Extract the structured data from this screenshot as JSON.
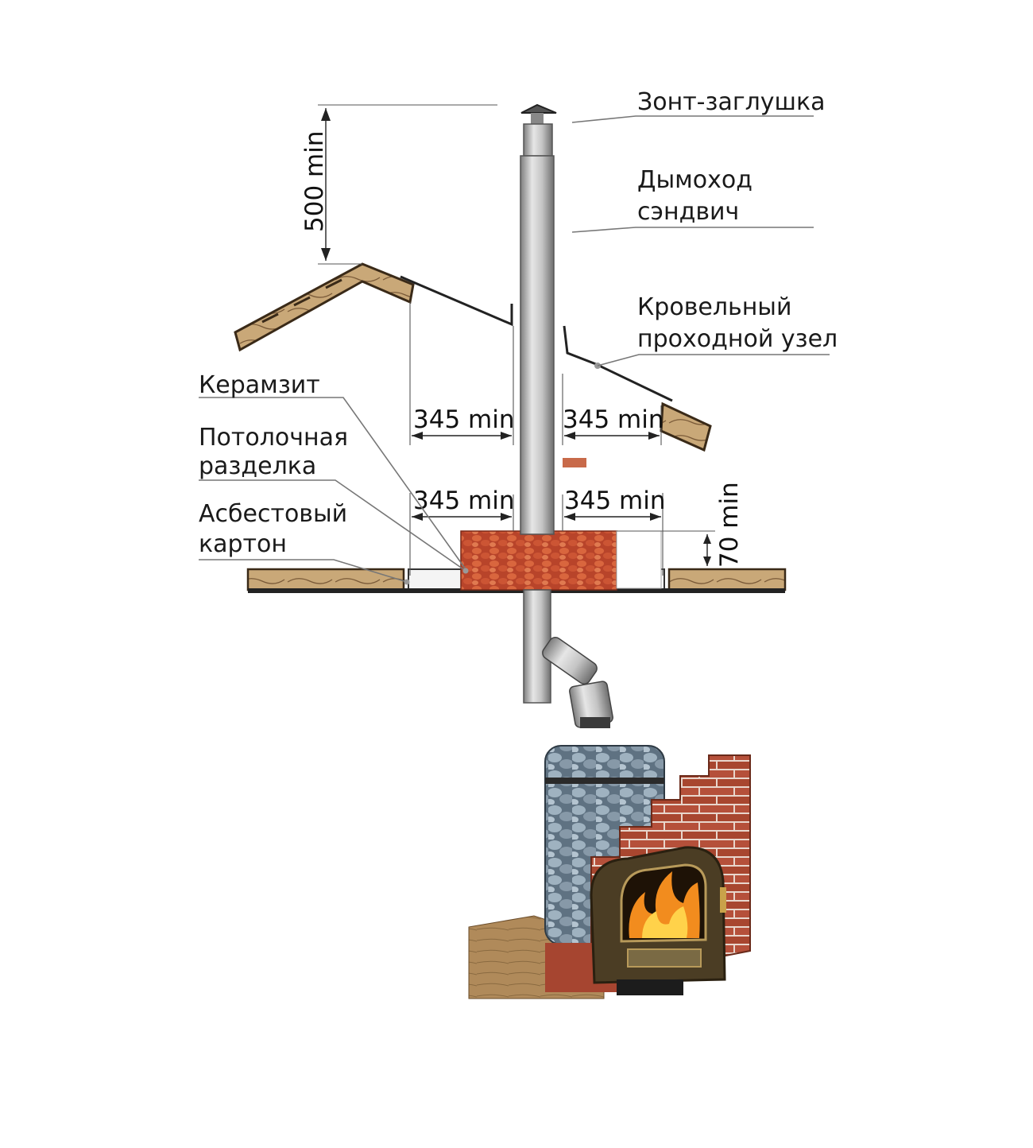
{
  "labels": {
    "cap": "Зонт-заглушка",
    "chimney_line1": "Дымоход",
    "chimney_line2": "сэндвич",
    "roof_node_line1": "Кровельный",
    "roof_node_line2": "проходной узел",
    "keramzit": "Керамзит",
    "ceiling_cut_line1": "Потолочная",
    "ceiling_cut_line2": "разделка",
    "asbestos_line1": "Асбестовый",
    "asbestos_line2": "картон"
  },
  "dimensions": {
    "above_roof": "500 min",
    "roof_left": "345 min",
    "roof_right": "345 min",
    "ceiling_left": "345 min",
    "ceiling_right": "345 min",
    "fill_height": "70 min"
  },
  "colors": {
    "wood": "#8a6a45",
    "wood_light": "#c9a878",
    "pipe": "#b5b5b5",
    "keramzit": "#c04a2c",
    "brick": "#b5503a",
    "stones": "#8fa3b3",
    "flame": "#f28c1e",
    "door": "#5a4a2e"
  }
}
